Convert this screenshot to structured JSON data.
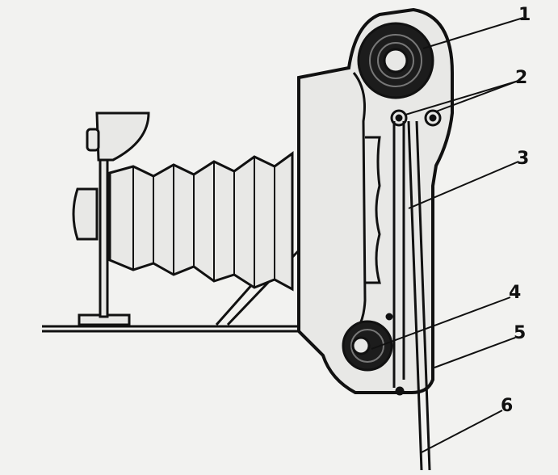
{
  "diagram": {
    "callouts": [
      {
        "id": "1",
        "label": "1"
      },
      {
        "id": "2",
        "label": "2"
      },
      {
        "id": "3",
        "label": "3"
      },
      {
        "id": "4",
        "label": "4"
      },
      {
        "id": "5",
        "label": "5"
      },
      {
        "id": "6",
        "label": "6"
      }
    ]
  },
  "colors": {
    "background": "#f2f2f0",
    "ink": "#111111",
    "body_fill": "#e8e8e6"
  }
}
